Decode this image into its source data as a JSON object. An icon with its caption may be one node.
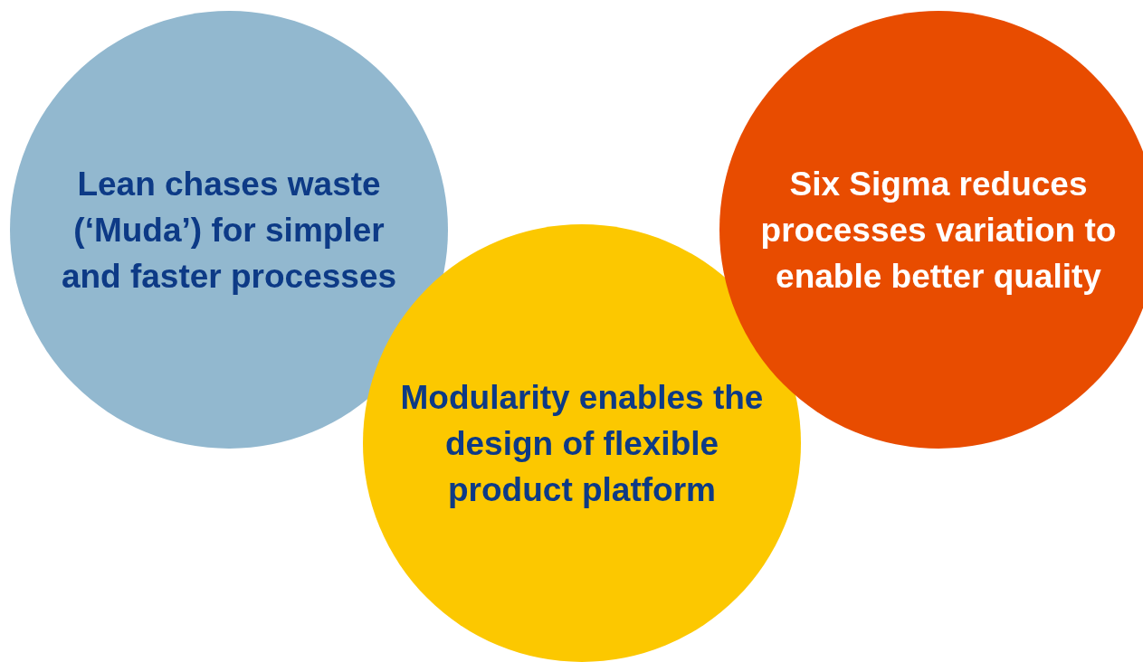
{
  "diagram": {
    "nodes": [
      {
        "text": [
          "Lean chases waste (‘Muda’) for simpler and faster processes"
        ]
      },
      {
        "text": [
          "Modularity enables the design of flexible product platform"
        ]
      },
      {
        "text": [
          "Six Sigma reduces processes variation to enable better quality"
        ]
      }
    ]
  }
}
